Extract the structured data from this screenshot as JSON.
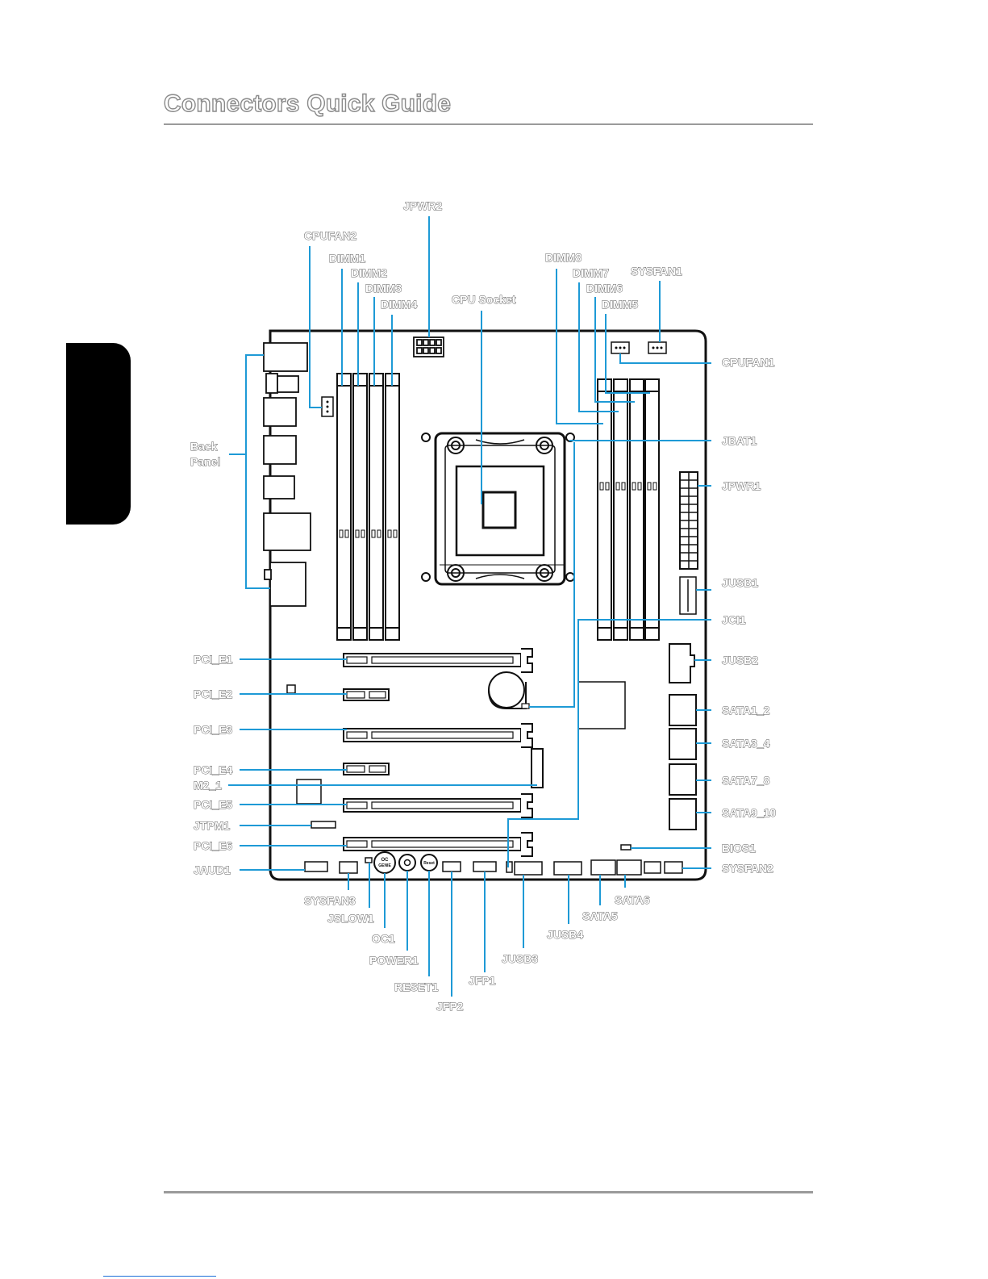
{
  "page": {
    "title": "Connectors Quick Guide"
  },
  "colors": {
    "leader": "#1e9ad6",
    "board": "#111111",
    "label_outline": "#555555",
    "rule": "#9a9a9a"
  },
  "diagram": {
    "labels": {
      "jpwr2": "JPWR2",
      "cpufan2": "CPUFAN2",
      "dimm1": "DIMM1",
      "dimm2": "DIMM2",
      "dimm3": "DIMM3",
      "dimm4": "DIMM4",
      "cpu_socket": "CPU Socket",
      "dimm8": "DIMM8",
      "dimm7": "DIMM7",
      "dimm6": "DIMM6",
      "dimm5": "DIMM5",
      "sysfan1": "SYSFAN1",
      "cpufan1": "CPUFAN1",
      "jbat1": "JBAT1",
      "jpwr1": "JPWR1",
      "jusb1": "JUSB1",
      "jci1": "JCI1",
      "jusb2": "JUSB2",
      "sata1_2": "SATA1_2",
      "sata3_4": "SATA3_4",
      "sata7_8": "SATA7_8",
      "sata9_10": "SATA9_10",
      "bios1": "BIOS1",
      "sysfan2": "SYSFAN2",
      "back_panel_1": "Back",
      "back_panel_2": "Panel",
      "pci_e1": "PCI_E1",
      "pci_e2": "PCI_E2",
      "pci_e3": "PCI_E3",
      "pci_e4": "PCI_E4",
      "m2_1": "M2_1",
      "pci_e5": "PCI_E5",
      "jtpm1": "JTPM1",
      "pci_e6": "PCI_E6",
      "jaud1": "JAUD1",
      "sysfan3": "SYSFAN3",
      "jslow1": "JSLOW1",
      "oc1": "OC1",
      "power1": "POWER1",
      "reset1": "RESET1",
      "jfp2": "JFP2",
      "jfp1": "JFP1",
      "jusb3": "JUSB3",
      "jusb4": "JUSB4",
      "sata5": "SATA5",
      "sata6": "SATA6"
    },
    "board_text": {
      "oc_genie_1": "OC",
      "oc_genie_2": "GENIE",
      "reset_button": "Reset"
    }
  }
}
